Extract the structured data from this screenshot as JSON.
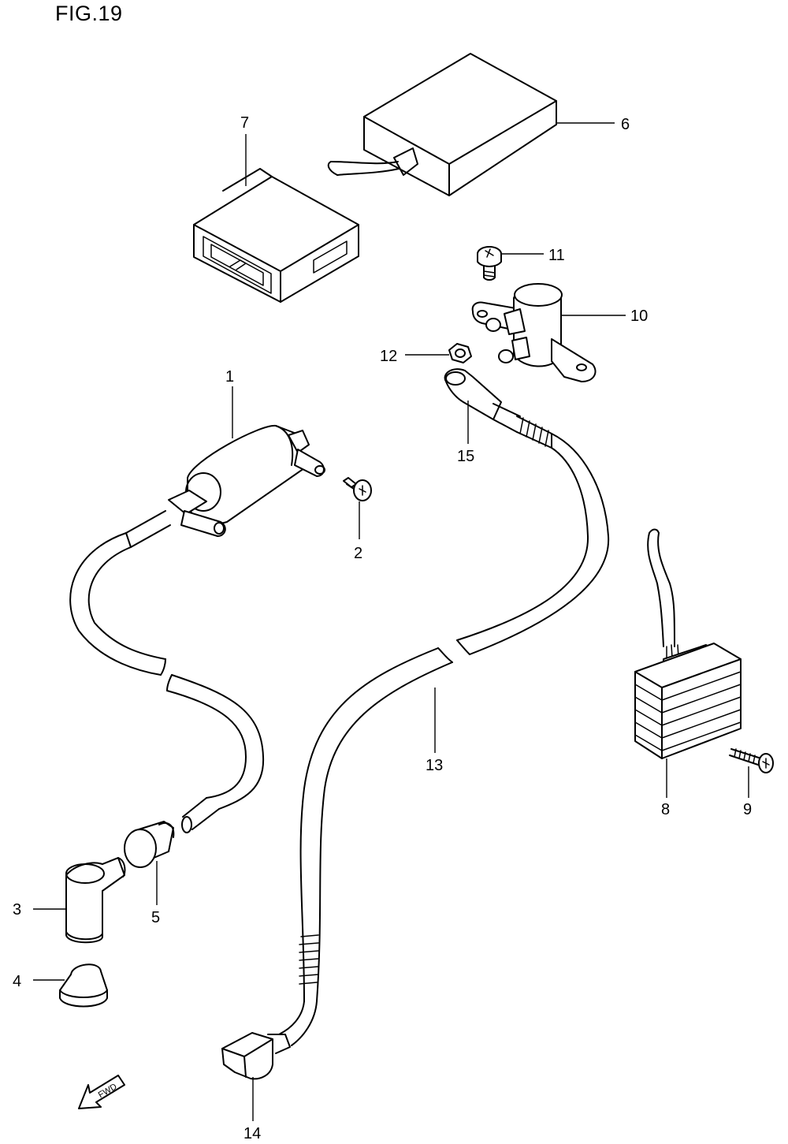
{
  "figure": {
    "title": "FIG.19"
  },
  "fwd_label": "FWD",
  "callouts": [
    {
      "id": "1",
      "label": "1"
    },
    {
      "id": "2",
      "label": "2"
    },
    {
      "id": "3",
      "label": "3"
    },
    {
      "id": "4",
      "label": "4"
    },
    {
      "id": "5",
      "label": "5"
    },
    {
      "id": "6",
      "label": "6"
    },
    {
      "id": "7",
      "label": "7"
    },
    {
      "id": "8",
      "label": "8"
    },
    {
      "id": "9",
      "label": "9"
    },
    {
      "id": "10",
      "label": "10"
    },
    {
      "id": "11",
      "label": "11"
    },
    {
      "id": "12",
      "label": "12"
    },
    {
      "id": "13",
      "label": "13"
    },
    {
      "id": "14",
      "label": "14"
    },
    {
      "id": "15",
      "label": "15"
    }
  ]
}
